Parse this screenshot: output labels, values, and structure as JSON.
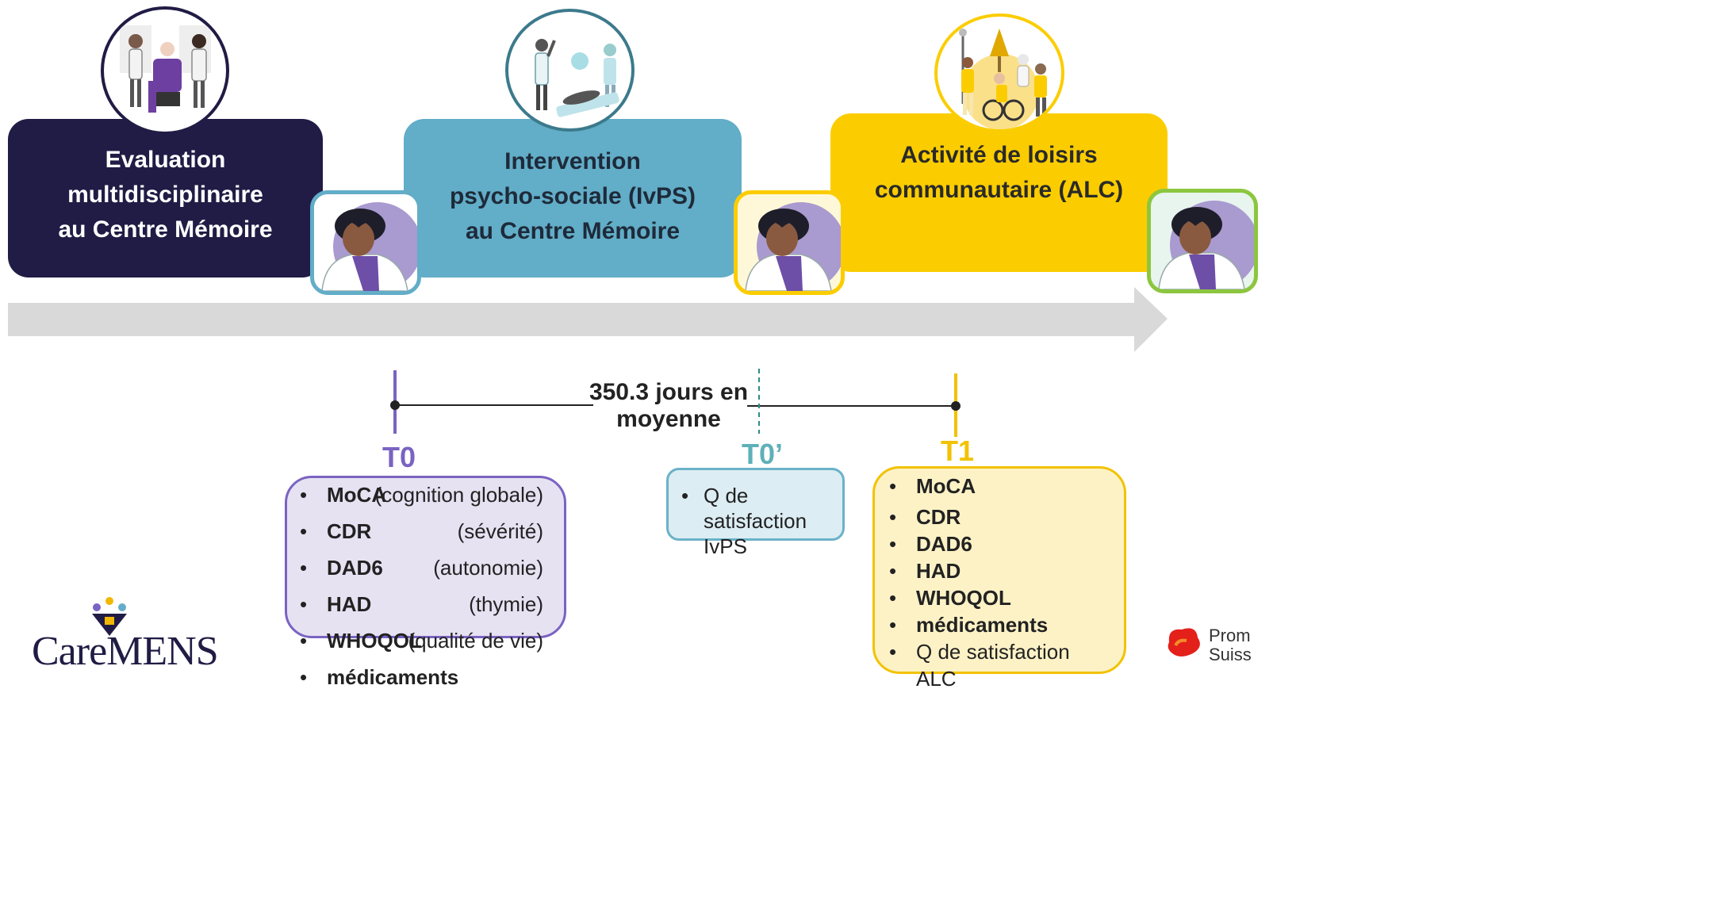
{
  "phases": [
    {
      "lines": [
        "Evaluation",
        "multidisciplinaire",
        "au Centre Mémoire"
      ],
      "color": "#201c45",
      "text_color": "#ffffff"
    },
    {
      "lines": [
        "Intervention",
        "psycho-sociale (IvPS)",
        "au Centre Mémoire"
      ],
      "color": "#62adc7",
      "text_color": "#1e2a3a"
    },
    {
      "lines": [
        "Activité de loisirs",
        "communautaire (ALC)"
      ],
      "color": "#fbcd00",
      "text_color": "#2a2a2a"
    }
  ],
  "timeline": {
    "duration_lines": [
      "350.3 jours en",
      "moyenne"
    ],
    "markers": [
      {
        "label": "T0",
        "color": "#7a63c2"
      },
      {
        "label": "T0’",
        "color": "#5fb0b8"
      },
      {
        "label": "T1",
        "color": "#f2c200"
      }
    ]
  },
  "t0_measures": [
    {
      "name": "MoCA",
      "desc": "(cognition globale)"
    },
    {
      "name": "CDR",
      "desc": "(sévérité)"
    },
    {
      "name": "DAD6",
      "desc": "(autonomie)"
    },
    {
      "name": "HAD",
      "desc": "(thymie)"
    },
    {
      "name": "WHOQOL",
      "desc": "(qualité de vie)"
    },
    {
      "name": "médicaments",
      "desc": ""
    }
  ],
  "t0p_measures": [
    "Q de satisfaction",
    "IvPS"
  ],
  "t1_measures": [
    {
      "name": "MoCA",
      "bold": true
    },
    {
      "name": "CDR",
      "bold": true
    },
    {
      "name": "DAD6",
      "bold": true
    },
    {
      "name": "HAD",
      "bold": true
    },
    {
      "name": "WHOQOL",
      "bold": true
    },
    {
      "name": "médicaments",
      "bold": true
    },
    {
      "name": "Q de satisfaction ALC",
      "bold": false
    }
  ],
  "logos": {
    "caremens": "CareMENS",
    "partner": [
      "Prom",
      "Suiss"
    ]
  },
  "icons": [
    "team-illustration-icon",
    "exercise-illustration-icon",
    "leisure-illustration-icon",
    "doctor-avatar-icon"
  ]
}
